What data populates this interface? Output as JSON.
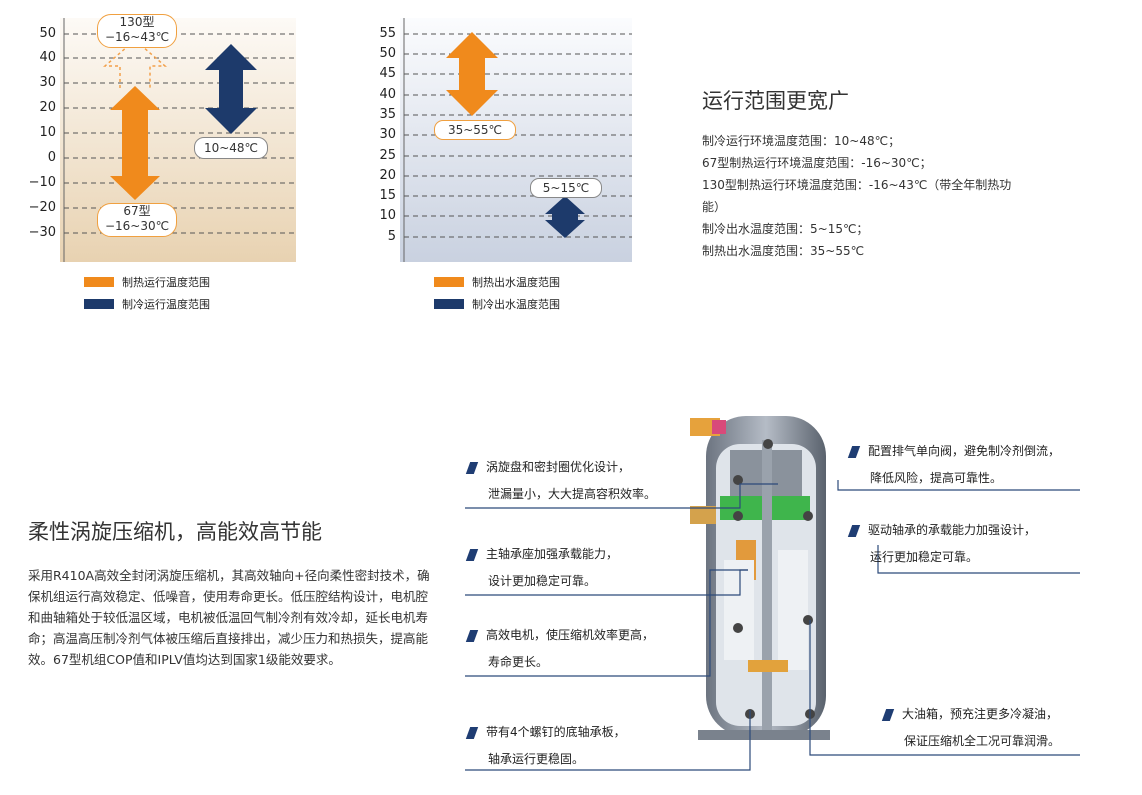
{
  "chart_left": {
    "ticks": [
      "50",
      "40",
      "30",
      "20",
      "10",
      "0",
      "−10",
      "−20",
      "−30"
    ],
    "labels": {
      "top_model": "130型",
      "top_range": "−16~43℃",
      "cool_range": "10~48℃",
      "bottom_model": "67型",
      "bottom_range": "−16~30℃"
    },
    "legend": [
      {
        "label": "制热运行温度范围",
        "color": "#f08a1c"
      },
      {
        "label": "制冷运行温度范围",
        "color": "#1d3a6b"
      }
    ]
  },
  "chart_right": {
    "ticks": [
      "55",
      "50",
      "45",
      "40",
      "35",
      "30",
      "25",
      "20",
      "15",
      "10",
      "5"
    ],
    "labels": {
      "heat_range": "35~55℃",
      "cool_range": "5~15℃"
    },
    "legend": [
      {
        "label": "制热出水温度范围",
        "color": "#f08a1c"
      },
      {
        "label": "制冷出水温度范围",
        "color": "#1d3a6b"
      }
    ]
  },
  "range_section": {
    "title": "运行范围更宽广",
    "lines": [
      "制冷运行环境温度范围：10~48℃；",
      "67型制热运行环境温度范围：-16~30℃；",
      "130型制热运行环境温度范围：-16~43℃（带全年制热功",
      "能）",
      "制冷出水温度范围：5~15℃；",
      "制热出水温度范围：35~55℃"
    ]
  },
  "compressor_section": {
    "title": "柔性涡旋压缩机，高能效高节能",
    "intro": "采用R410A高效全封闭涡旋压缩机，其高效轴向+径向柔性密封技术，确保机组运行高效稳定、低噪音，使用寿命更长。低压腔结构设计，电机腔和曲轴箱处于较低温区域，电机被低温回气制冷剂有效冷却，延长电机寿命；高温高压制冷剂气体被压缩后直接排出，减少压力和热损失，提高能效。67型机组COP值和IPLV值均达到国家1级能效要求。",
    "features_left": [
      {
        "line1": "涡旋盘和密封圈优化设计，",
        "line2": "泄漏量小，大大提高容积效率。"
      },
      {
        "line1": "主轴承座加强承载能力，",
        "line2": "设计更加稳定可靠。"
      },
      {
        "line1": "高效电机，使压缩机效率更高，",
        "line2": "寿命更长。"
      },
      {
        "line1": "带有4个螺钉的底轴承板，",
        "line2": "轴承运行更稳固。"
      }
    ],
    "features_right": [
      {
        "line1": "配置排气单向阀，避免制冷剂倒流，",
        "line2": "降低风险，提高可靠性。"
      },
      {
        "line1": "驱动轴承的承载能力加强设计，",
        "line2": "运行更加稳定可靠。"
      },
      {
        "line1": "大油箱，预充注更多冷凝油，",
        "line2": "保证压缩机全工况可靠润滑。"
      }
    ]
  }
}
